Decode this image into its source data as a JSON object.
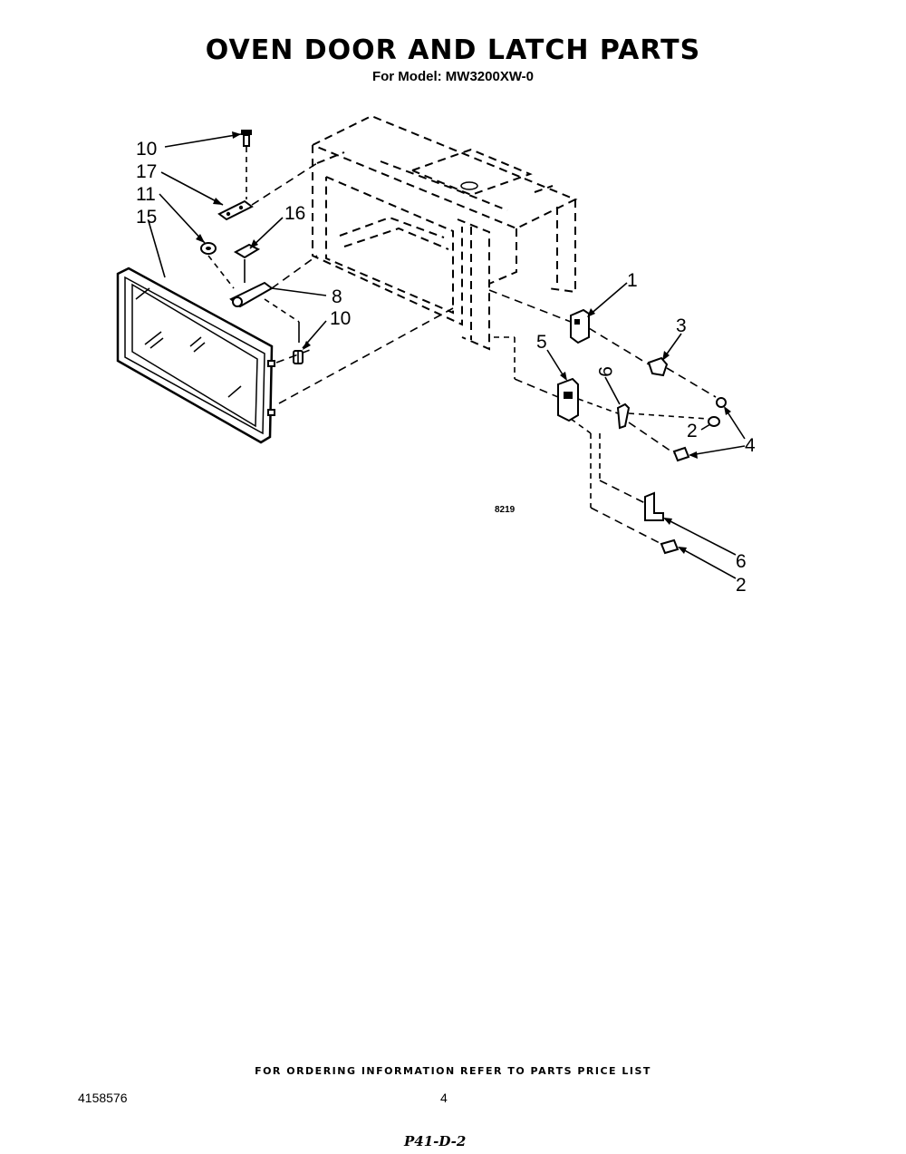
{
  "header": {
    "title": "OVEN DOOR AND LATCH PARTS",
    "model_label": "For Model:",
    "model": "MW3200XW-0"
  },
  "diagram": {
    "figure_number": "8219",
    "callouts": [
      {
        "id": "c10a",
        "label": "10"
      },
      {
        "id": "c17",
        "label": "17"
      },
      {
        "id": "c11",
        "label": "11"
      },
      {
        "id": "c15",
        "label": "15"
      },
      {
        "id": "c16",
        "label": "16"
      },
      {
        "id": "c8",
        "label": "8"
      },
      {
        "id": "c10b",
        "label": "10"
      },
      {
        "id": "c1",
        "label": "1"
      },
      {
        "id": "c3",
        "label": "3"
      },
      {
        "id": "c5",
        "label": "5"
      },
      {
        "id": "c9",
        "label": "9"
      },
      {
        "id": "c2a",
        "label": "2"
      },
      {
        "id": "c4",
        "label": "4"
      },
      {
        "id": "c6",
        "label": "6"
      },
      {
        "id": "c2b",
        "label": "2"
      }
    ]
  },
  "footer": {
    "ordering_note": "FOR ORDERING INFORMATION REFER TO PARTS PRICE LIST",
    "part_number": "4158576",
    "page_number": "4",
    "handwritten_note": "P41-D-2"
  }
}
